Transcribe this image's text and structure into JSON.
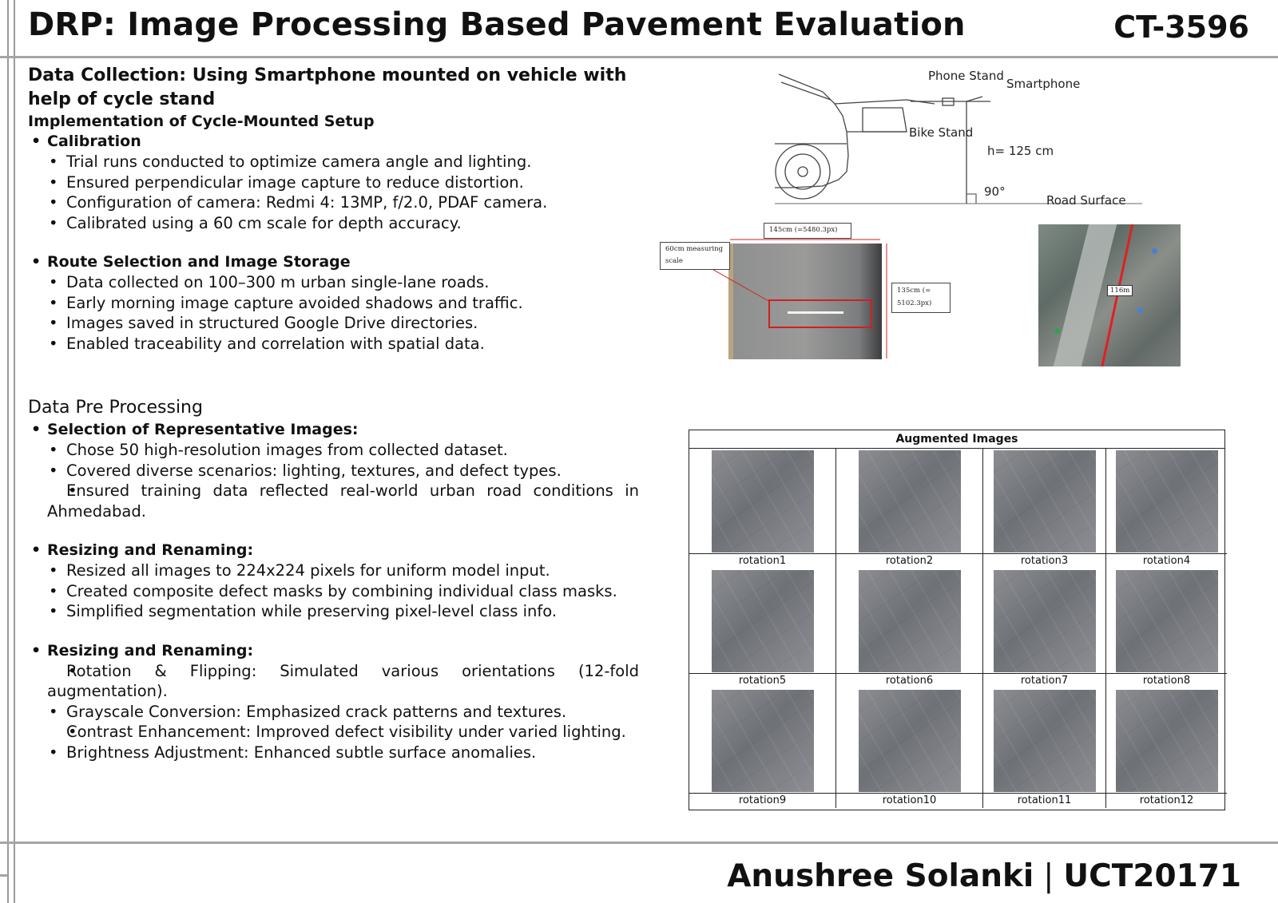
{
  "header": {
    "title": "DRP: Image Processing Based Pavement Evaluation",
    "code": "CT-3596"
  },
  "collection": {
    "heading_bold": "Data Collection",
    "heading_rest": ": Using Smartphone mounted on vehicle with help of cycle stand",
    "subheading": "Implementation of Cycle-Mounted Setup",
    "groups": [
      {
        "title": "Calibration",
        "items": [
          "Trial runs conducted to optimize camera angle and lighting.",
          "Ensured perpendicular image capture to reduce distortion.",
          "Configuration of camera: Redmi 4: 13MP, f/2.0, PDAF camera.",
          "Calibrated using a 60 cm scale for depth accuracy."
        ]
      },
      {
        "title": "Route Selection and Image Storage",
        "items": [
          "Data collected on 100–300 m urban single-lane roads.",
          "Early morning image capture avoided shadows and traffic.",
          "Images saved in structured Google Drive directories.",
          "Enabled traceability and correlation with spatial data."
        ]
      }
    ]
  },
  "preprocessing": {
    "heading": "Data Pre Processing",
    "groups": [
      {
        "title": "Selection of Representative Images:",
        "items": [
          "Chose 50 high-resolution images from collected dataset.",
          "Covered diverse scenarios: lighting, textures, and defect types.",
          "Ensured training data reflected real-world urban road conditions in Ahmedabad."
        ]
      },
      {
        "title": "Resizing and Renaming:",
        "items": [
          "Resized all images to 224x224 pixels for uniform model input.",
          "Created composite defect masks by combining individual class masks.",
          "Simplified segmentation while preserving pixel-level class info."
        ]
      },
      {
        "title": "Resizing and Renaming:",
        "items": [
          "Rotation & Flipping: Simulated various orientations (12-fold augmentation).",
          "Grayscale Conversion: Emphasized crack patterns and textures.",
          "Contrast Enhancement: Improved defect visibility under varied lighting.",
          "Brightness Adjustment: Enhanced subtle surface anomalies."
        ]
      }
    ]
  },
  "setup_diagram": {
    "phone_stand": "Phone Stand",
    "smartphone": "Smartphone",
    "bike_stand": "Bike Stand",
    "height": "h= 125 cm",
    "angle": "90°",
    "road": "Road Surface"
  },
  "calibration_photo": {
    "width_label": "145cm (=5480.3px)",
    "scale_label_1": "60cm    measuring",
    "scale_label_2": "scale",
    "height_label_1": "135cm (=",
    "height_label_2": "5102.3px)"
  },
  "map": {
    "distance_label": "116m"
  },
  "augmented": {
    "title": "Augmented Images",
    "captions": [
      "rotation1",
      "rotation2",
      "rotation3",
      "rotation4",
      "rotation5",
      "rotation6",
      "rotation7",
      "rotation8",
      "rotation9",
      "rotation10",
      "rotation11",
      "rotation12"
    ]
  },
  "footer": {
    "name": "Anushree Solanki",
    "id": "UCT20171"
  }
}
